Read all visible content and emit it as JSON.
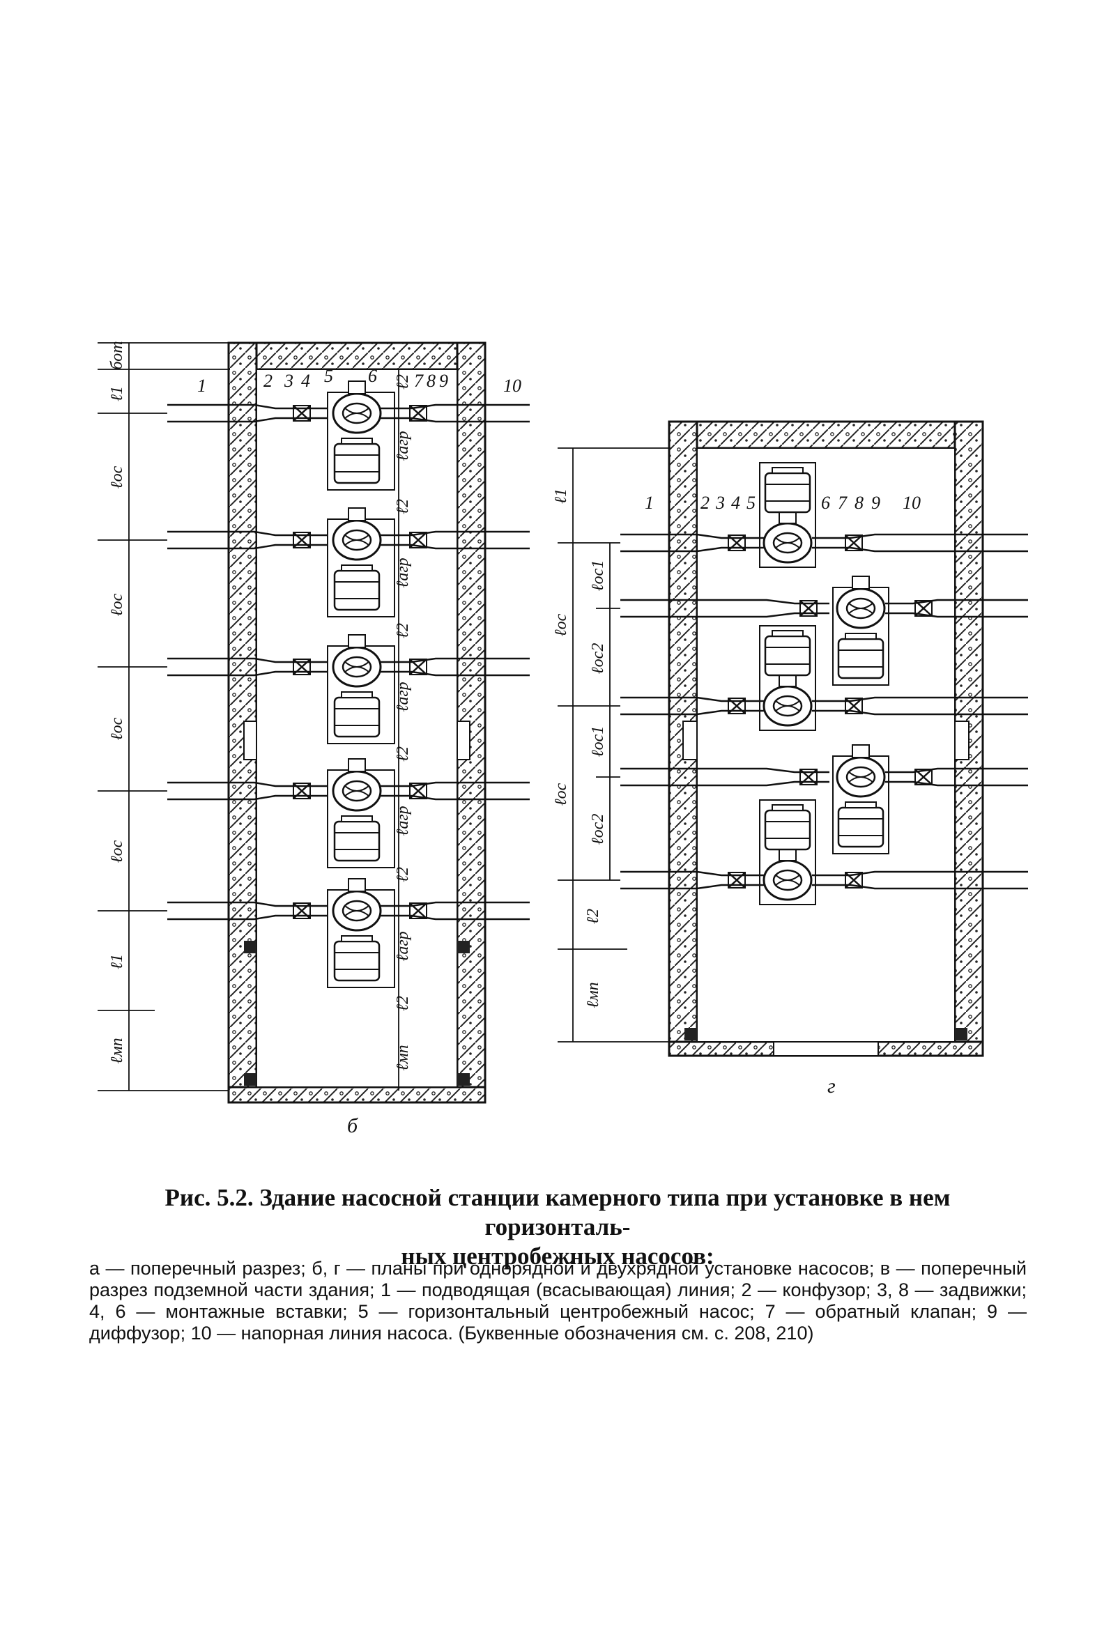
{
  "diagram": {
    "plan_left_label": "б",
    "plan_right_label": "г",
    "part_numbers_left": [
      "1",
      "2",
      "3",
      "4",
      "5",
      "6",
      "7",
      "8",
      "9",
      "10"
    ],
    "part_numbers_right": [
      "1",
      "2",
      "3",
      "4",
      "5",
      "6",
      "7",
      "8",
      "9",
      "10"
    ],
    "dims_left": [
      "бот",
      "ℓ1",
      "ℓос",
      "ℓос",
      "ℓос",
      "ℓос",
      "ℓ1",
      "ℓмп"
    ],
    "dims_left_inner": [
      "ℓ2",
      "ℓагр",
      "ℓ2",
      "ℓагр",
      "ℓ2",
      "ℓагр",
      "ℓ2",
      "ℓагр",
      "ℓ2",
      "ℓагр",
      "ℓ2",
      "ℓмп"
    ],
    "dims_right_outer": [
      "ℓ1",
      "ℓос",
      "ℓос",
      "ℓ2",
      "ℓмп"
    ],
    "dims_right_inner": [
      "ℓос1",
      "ℓос2",
      "ℓос1",
      "ℓос2"
    ]
  },
  "caption": {
    "title_line1": "Рис. 5.2. Здание насосной станции камерного типа при установке в нем горизонталь-",
    "title_line2": "ных центробежных насосов:",
    "body": "а — поперечный разрез; б, г — планы при однорядной и двухрядной установке насосов; в — поперечный разрез подземной части здания; 1 — подводящая (всасывающая) линия; 2 — конфузор; 3, 8 — задвижки; 4, 6 — монтажные вставки; 5 — горизонтальный центробежный насос; 7 — обратный клапан; 9 — диффузор; 10 — напорная линия насоса. (Буквенные обозначения см. с. 208, 210)"
  }
}
